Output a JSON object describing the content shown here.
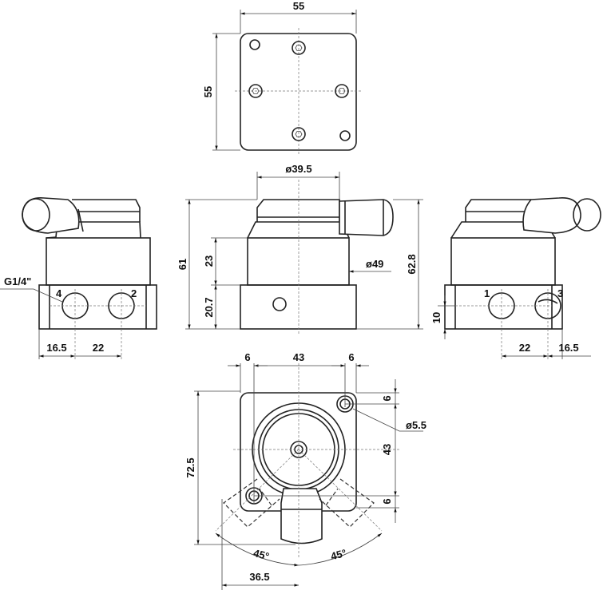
{
  "top_view": {
    "width": "55",
    "height": "55"
  },
  "left_view": {
    "thread": "G1/4\"",
    "port_a": "4",
    "port_b": "2",
    "dim_edge": "16.5",
    "dim_pitch": "22"
  },
  "front_view": {
    "diameter_top": "ø39.5",
    "height_total": "61",
    "height_body": "23",
    "height_base": "20.7",
    "diameter_body": "ø49",
    "height_handle": "62.8"
  },
  "right_view": {
    "port_a": "1",
    "port_b": "3",
    "dim_pitch": "22",
    "dim_edge": "16.5",
    "dim_port_height": "10"
  },
  "bottom_view": {
    "dim_left": "6",
    "dim_center": "43",
    "dim_right": "6",
    "dim_top_r": "6",
    "dim_mid_r": "43",
    "dim_bot_r": "6",
    "hole_diameter": "ø5.5",
    "height": "72.5",
    "angle_left": "45°",
    "angle_right": "45°",
    "dim_offset": "36.5"
  }
}
